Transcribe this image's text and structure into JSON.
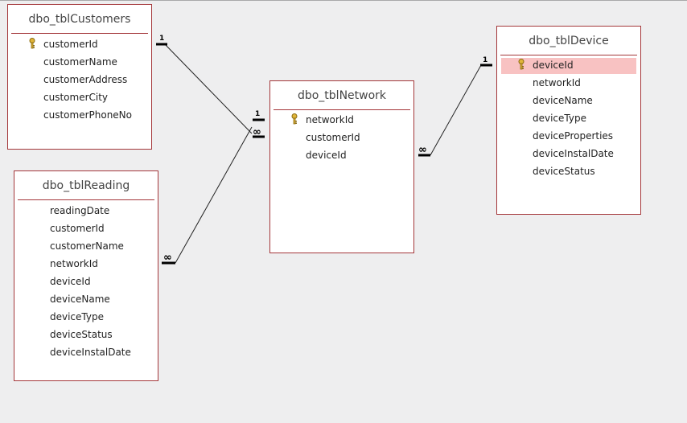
{
  "tables": {
    "customers": {
      "title": "dbo_tblCustomers",
      "fields": [
        "customerId",
        "customerName",
        "customerAddress",
        "customerCity",
        "customerPhoneNo"
      ]
    },
    "reading": {
      "title": "dbo_tblReading",
      "fields": [
        "readingDate",
        "customerId",
        "customerName",
        "networkId",
        "deviceId",
        "deviceName",
        "deviceType",
        "deviceStatus",
        "deviceInstalDate"
      ]
    },
    "network": {
      "title": "dbo_tblNetwork",
      "fields": [
        "networkId",
        "customerId",
        "deviceId"
      ]
    },
    "device": {
      "title": "dbo_tblDevice",
      "fields": [
        "deviceId",
        "networkId",
        "deviceName",
        "deviceType",
        "deviceProperties",
        "deviceInstalDate",
        "deviceStatus"
      ]
    }
  },
  "cardinality": {
    "one": "1",
    "many": "∞"
  },
  "colors": {
    "border": "#a4373a",
    "selected": "#f8c2c2",
    "key": "#e0b53a",
    "background": "#eeeeef"
  }
}
